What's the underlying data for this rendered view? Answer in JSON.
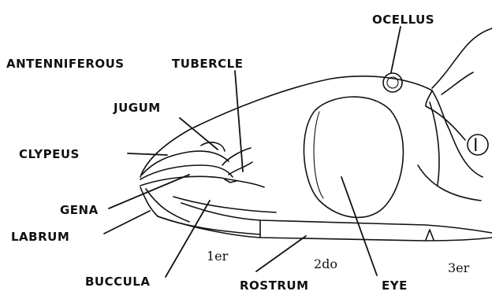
{
  "labels": {
    "ocellus": "OCELLUS",
    "antenniferous": "ANTENNIFEROUS",
    "tubercle": "TUBERCLE",
    "jugum": "JUGUM",
    "clypeus": "CLYPEUS",
    "gena": "GENA",
    "labrum": "LABRUM",
    "buccula": "BUCCULA",
    "rostrum": "ROSTRUM",
    "eye": "EYE"
  },
  "segments": {
    "first": "1er",
    "second": "2do",
    "third": "3er"
  },
  "figure_number": "I"
}
